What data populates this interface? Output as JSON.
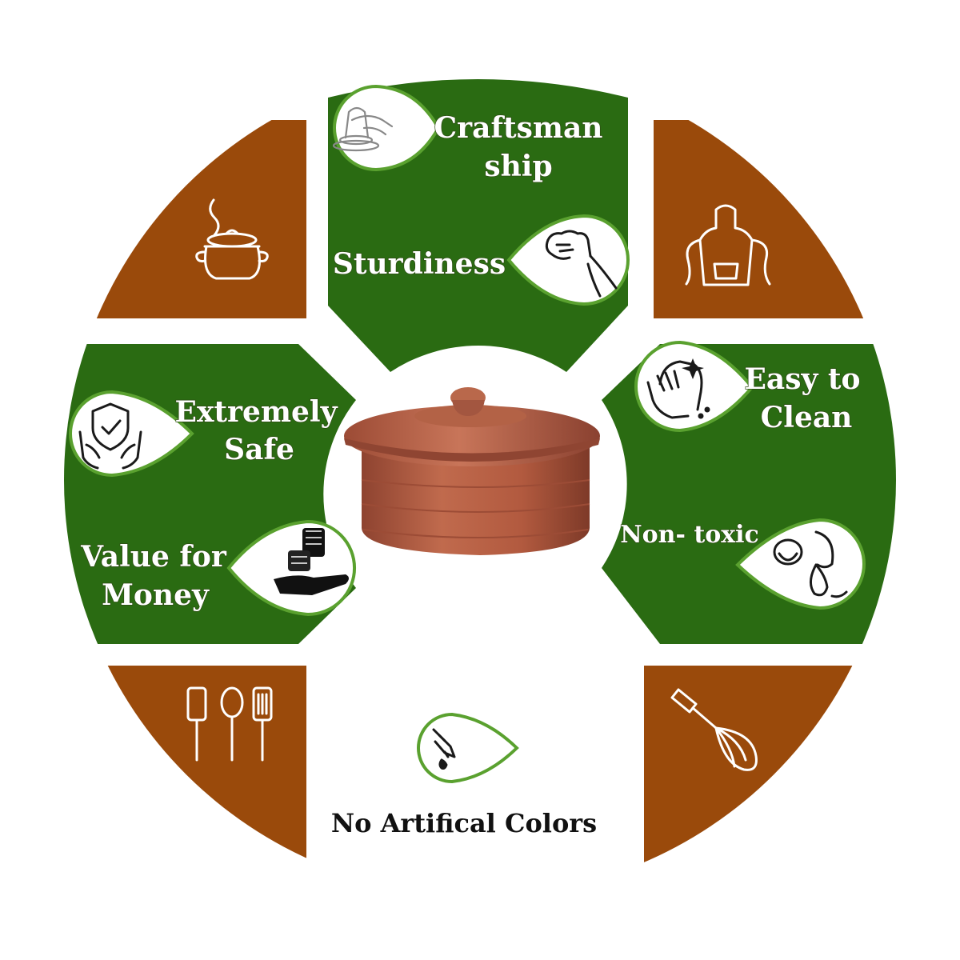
{
  "colors": {
    "green": "#2a6b12",
    "brown": "#9a4a0b",
    "bubble_border": "#5aa12f",
    "pot": "#b55e43",
    "background": "#ffffff"
  },
  "features": {
    "craftsmanship": {
      "line1": "Craftsman",
      "line2": "ship",
      "icon": "pottery-wheel-icon"
    },
    "sturdiness": {
      "label": "Sturdiness",
      "icon": "fist-hand-icon"
    },
    "extremely_safe": {
      "line1": "Extremely",
      "line2": "Safe",
      "icon": "shield-hands-icon"
    },
    "value_for_money": {
      "line1": "Value for",
      "line2": "Money",
      "icon": "coins-hand-icon"
    },
    "easy_to_clean": {
      "line1": "Easy to",
      "line2": "Clean",
      "icon": "wiping-hand-icon"
    },
    "non_toxic": {
      "label": "Non- toxic",
      "icon": "face-tongue-drop-icon"
    },
    "no_artificial_colors": {
      "label": "No Artifical Colors",
      "icon": "dropper-icon"
    }
  },
  "corner_icons": {
    "top_left": "steaming-pot-icon",
    "top_right": "apron-icon",
    "bottom_left": "utensils-icon",
    "bottom_right": "whisk-icon"
  },
  "center_image": "clay-pot-with-lid"
}
